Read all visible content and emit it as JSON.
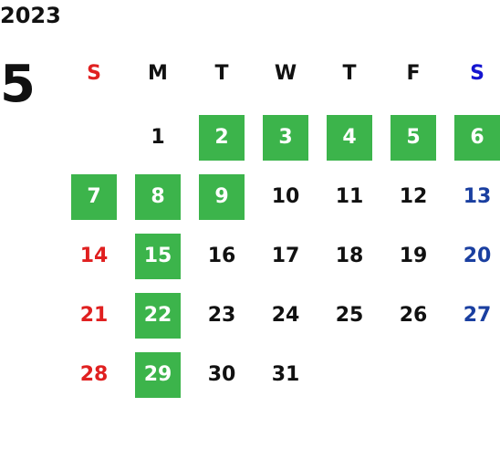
{
  "year": "2023",
  "month": "5",
  "weekdays": [
    {
      "label": "S",
      "kind": "sun"
    },
    {
      "label": "M",
      "kind": "day"
    },
    {
      "label": "T",
      "kind": "day"
    },
    {
      "label": "W",
      "kind": "day"
    },
    {
      "label": "T",
      "kind": "day"
    },
    {
      "label": "F",
      "kind": "day"
    },
    {
      "label": "S",
      "kind": "sat"
    }
  ],
  "colors": {
    "highlight": "#3cb44b",
    "sunday": "#e02020",
    "saturday": "#1a3fa0",
    "text": "#111111"
  },
  "weeks": [
    [
      {
        "day": "",
        "style": "empty"
      },
      {
        "day": "1",
        "style": "normal"
      },
      {
        "day": "2",
        "style": "green"
      },
      {
        "day": "3",
        "style": "green"
      },
      {
        "day": "4",
        "style": "green"
      },
      {
        "day": "5",
        "style": "green"
      },
      {
        "day": "6",
        "style": "green"
      }
    ],
    [
      {
        "day": "7",
        "style": "green"
      },
      {
        "day": "8",
        "style": "green"
      },
      {
        "day": "9",
        "style": "green"
      },
      {
        "day": "10",
        "style": "normal"
      },
      {
        "day": "11",
        "style": "normal"
      },
      {
        "day": "12",
        "style": "normal"
      },
      {
        "day": "13",
        "style": "blue"
      }
    ],
    [
      {
        "day": "14",
        "style": "red"
      },
      {
        "day": "15",
        "style": "green"
      },
      {
        "day": "16",
        "style": "normal"
      },
      {
        "day": "17",
        "style": "normal"
      },
      {
        "day": "18",
        "style": "normal"
      },
      {
        "day": "19",
        "style": "normal"
      },
      {
        "day": "20",
        "style": "blue"
      }
    ],
    [
      {
        "day": "21",
        "style": "red"
      },
      {
        "day": "22",
        "style": "green"
      },
      {
        "day": "23",
        "style": "normal"
      },
      {
        "day": "24",
        "style": "normal"
      },
      {
        "day": "25",
        "style": "normal"
      },
      {
        "day": "26",
        "style": "normal"
      },
      {
        "day": "27",
        "style": "blue"
      }
    ],
    [
      {
        "day": "28",
        "style": "red"
      },
      {
        "day": "29",
        "style": "green"
      },
      {
        "day": "30",
        "style": "normal"
      },
      {
        "day": "31",
        "style": "normal"
      },
      {
        "day": "",
        "style": "empty"
      },
      {
        "day": "",
        "style": "empty"
      },
      {
        "day": "",
        "style": "empty"
      }
    ]
  ]
}
